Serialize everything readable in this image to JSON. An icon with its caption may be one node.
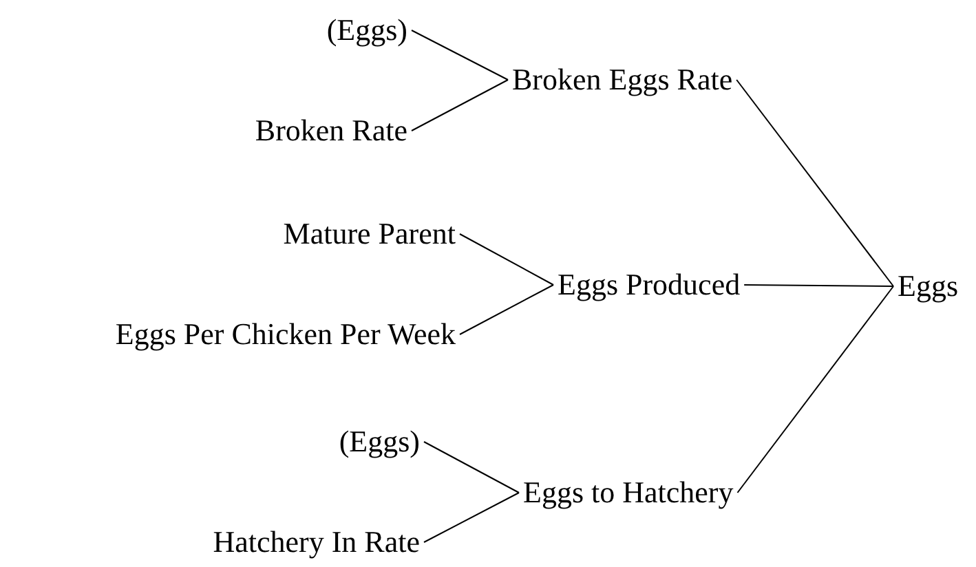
{
  "diagram": {
    "nodes": [
      {
        "text": [
          "(Eggs)"
        ]
      },
      {
        "text": [
          "Broken Rate"
        ]
      },
      {
        "text": [
          "Broken Eggs Rate"
        ]
      },
      {
        "text": [
          "Mature Parent"
        ]
      },
      {
        "text": [
          "Eggs Per Chicken Per Week"
        ]
      },
      {
        "text": [
          "Eggs Produced"
        ]
      },
      {
        "text": [
          "(Eggs)"
        ]
      },
      {
        "text": [
          "Hatchery In Rate"
        ]
      },
      {
        "text": [
          "Eggs to Hatchery"
        ]
      },
      {
        "text": [
          "Eggs"
        ]
      }
    ],
    "edges": [
      {
        "from": 0,
        "to": 2,
        "arrow": "none"
      },
      {
        "from": 1,
        "to": 2,
        "arrow": "none"
      },
      {
        "from": 3,
        "to": 5,
        "arrow": "none"
      },
      {
        "from": 4,
        "to": 5,
        "arrow": "none"
      },
      {
        "from": 6,
        "to": 8,
        "arrow": "none"
      },
      {
        "from": 7,
        "to": 8,
        "arrow": "none"
      },
      {
        "from": 2,
        "to": 9,
        "arrow": "none"
      },
      {
        "from": 5,
        "to": 9,
        "arrow": "none"
      },
      {
        "from": 8,
        "to": 9,
        "arrow": "none"
      }
    ]
  }
}
